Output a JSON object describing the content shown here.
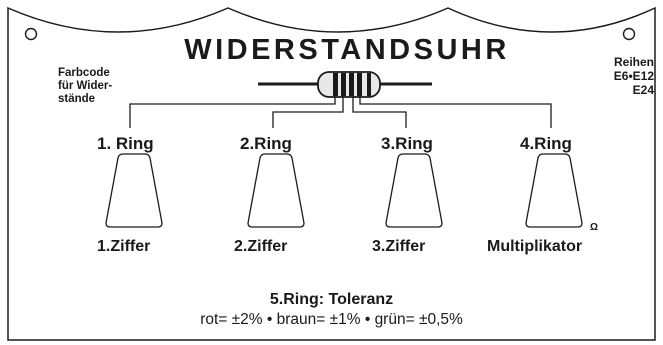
{
  "title": "WIDERSTANDSUHR",
  "left_note": [
    "Farbcode",
    "für Wider-",
    "stände"
  ],
  "right_note": [
    "Reihen",
    "E6•E12",
    "E24"
  ],
  "rings": [
    {
      "label": "1. Ring",
      "function": "1.Ziffer"
    },
    {
      "label": "2.Ring",
      "function": "2.Ziffer"
    },
    {
      "label": "3.Ring",
      "function": "3.Ziffer"
    },
    {
      "label": "4.Ring",
      "function": "Multiplikator"
    }
  ],
  "ohm_symbol": "Ω",
  "tolerance": {
    "title": "5.Ring: Toleranz",
    "values": "rot= ±2% • braun= ±1% • grün= ±0,5%"
  },
  "colors": {
    "ink": "#1a1a1a",
    "background": "#ffffff",
    "resistor_body": "#e8e8e8"
  }
}
